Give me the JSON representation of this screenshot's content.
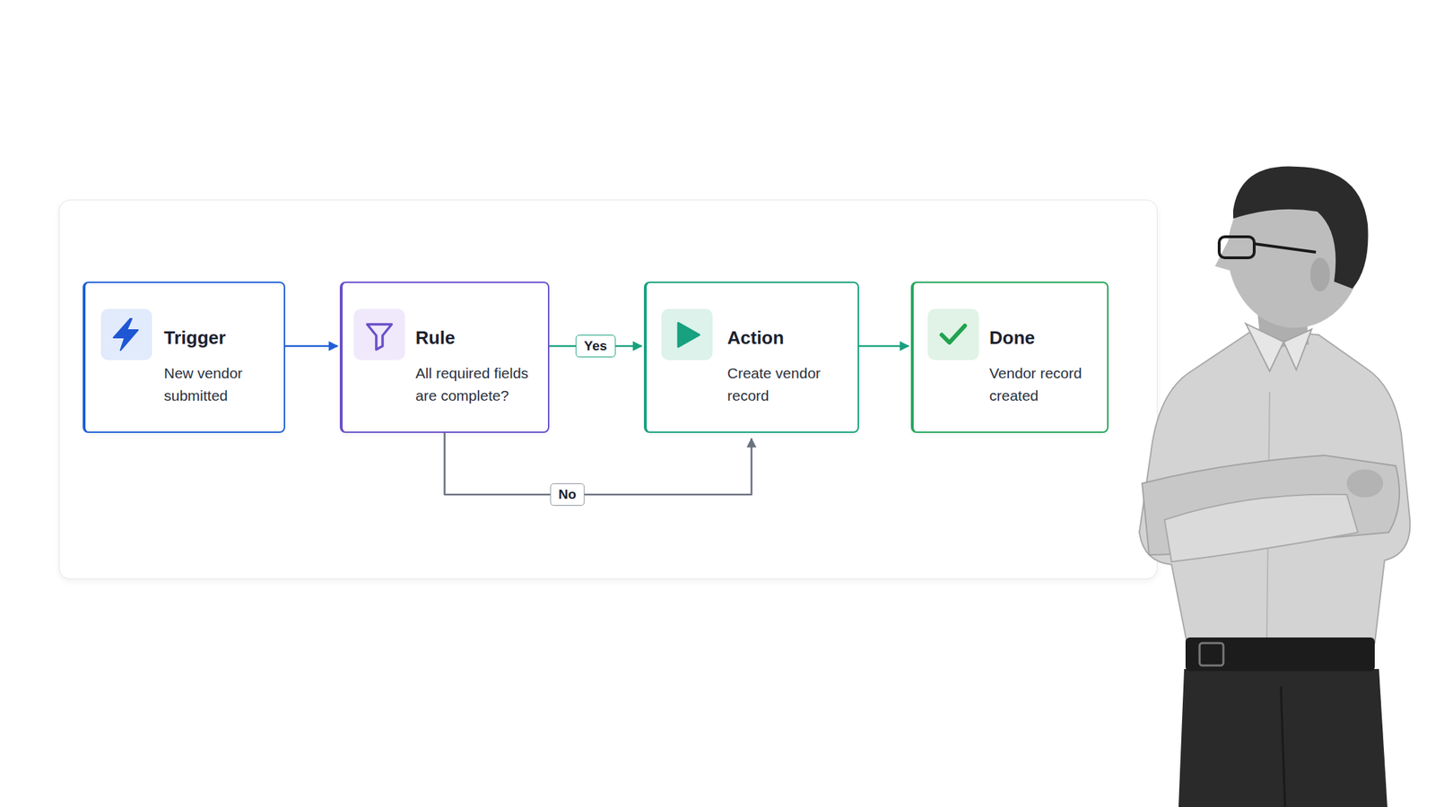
{
  "diagram": {
    "nodes": [
      {
        "text": [
          "Trigger",
          "New vendor submitted"
        ]
      },
      {
        "text": [
          "Rule",
          "All required fields are complete?"
        ]
      },
      {
        "text": [
          "Action",
          "Create vendor record"
        ]
      },
      {
        "text": [
          "Done",
          "Vendor record created"
        ]
      }
    ],
    "edges": [
      {
        "from": 0,
        "to": 1,
        "arrow": "to"
      },
      {
        "from": 1,
        "to": 2,
        "label": "Yes",
        "arrow": "to"
      },
      {
        "from": 1,
        "to": 2,
        "label": "No",
        "arrow": "to"
      },
      {
        "from": 2,
        "to": 3,
        "arrow": "to"
      }
    ]
  }
}
